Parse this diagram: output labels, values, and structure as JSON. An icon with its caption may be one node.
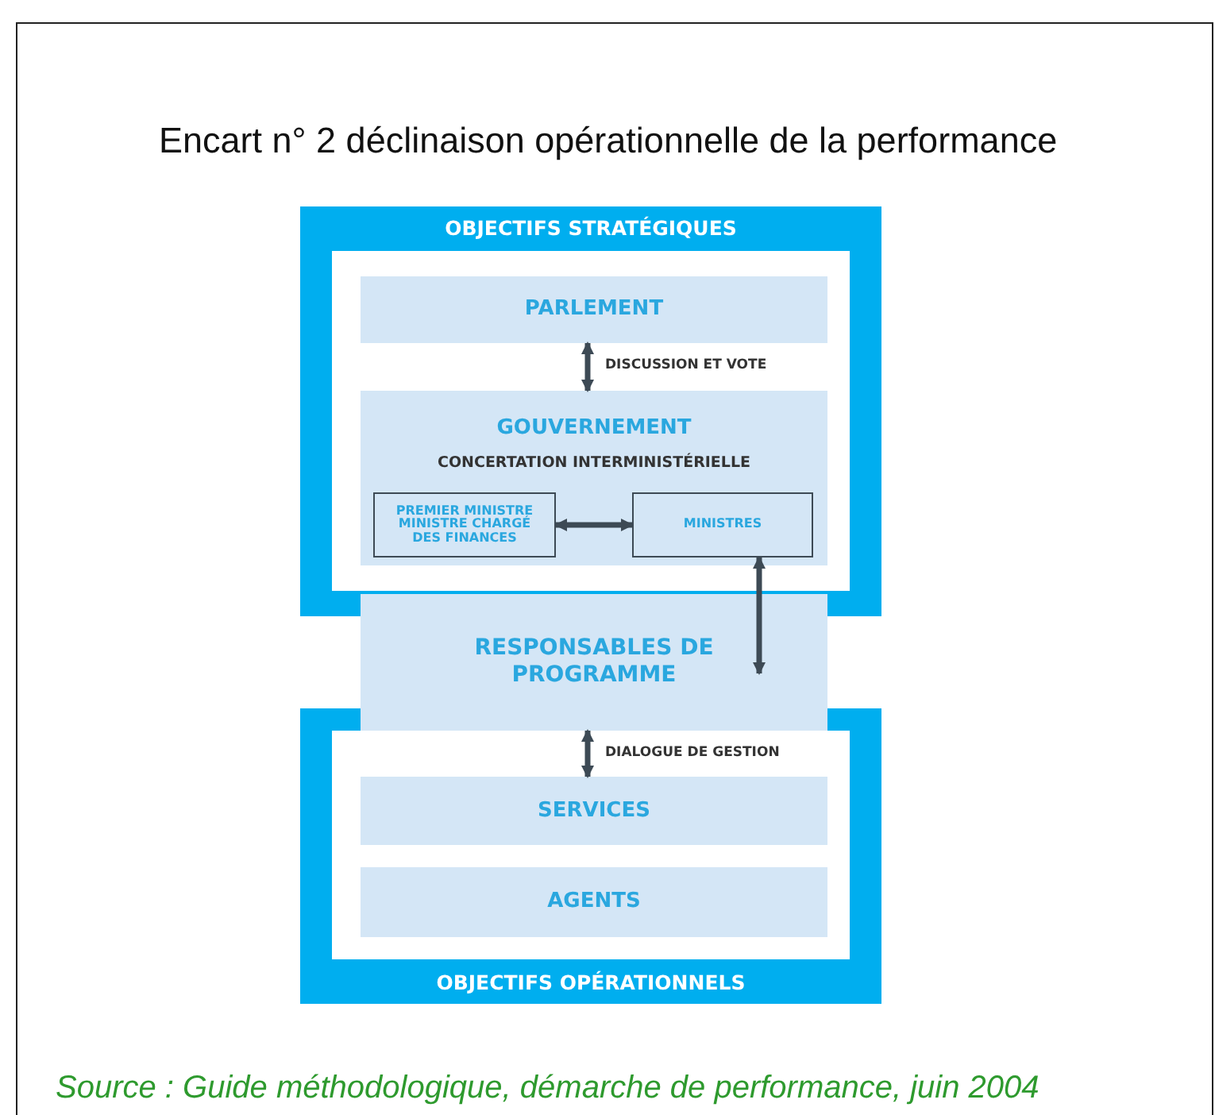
{
  "diagram": {
    "title": "Encart n° 2 déclinaison opérationnelle de la performance",
    "caption": "Source : Guide méthodologique, démarche de performance, juin 2004",
    "nodes": [
      {
        "text": [
          "OBJECTIFS STRATÉGIQUES"
        ]
      },
      {
        "text": [
          "PARLEMENT"
        ],
        "in": 0
      },
      {
        "text": [
          "GOUVERNEMENT",
          "CONCERTATION INTERMINISTÉRIELLE"
        ],
        "in": 0
      },
      {
        "text": [
          "PREMIER MINISTRE MINISTRE CHARGÉ DES FINANCES"
        ],
        "in": 2
      },
      {
        "text": [
          "MINISTRES"
        ],
        "in": 2
      },
      {
        "text": [
          "OBJECTIFS OPÉRATIONNELS"
        ]
      },
      {
        "text": [
          "RESPONSABLES DE PROGRAMME"
        ]
      },
      {
        "text": [
          "SERVICES"
        ],
        "in": 5
      },
      {
        "text": [
          "AGENTS"
        ],
        "in": 5
      }
    ],
    "edges": [
      {
        "from": 1,
        "to": 2,
        "arrow": "both",
        "label": "DISCUSSION ET VOTE"
      },
      {
        "from": 3,
        "to": 4,
        "arrow": "both"
      },
      {
        "from": 4,
        "to": 6,
        "arrow": "both"
      },
      {
        "from": 6,
        "to": 7,
        "arrow": "both",
        "label": "DIALOGUE DE GESTION"
      }
    ]
  }
}
